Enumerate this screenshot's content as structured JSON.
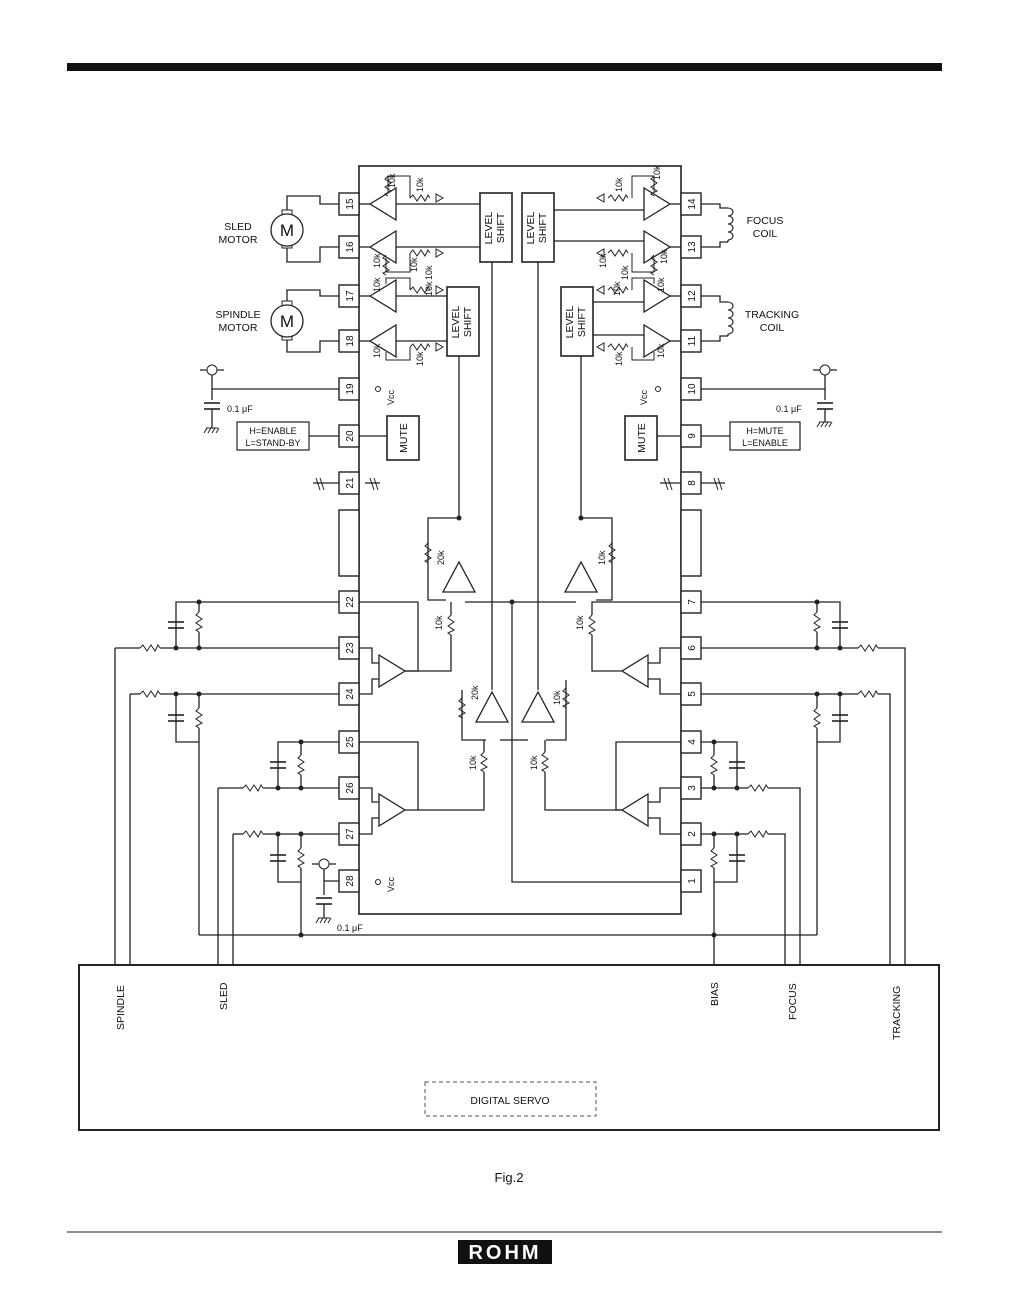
{
  "header": {
    "top_rule": true
  },
  "motors": {
    "sled": {
      "line1": "SLED",
      "line2": "MOTOR",
      "symbol": "M"
    },
    "spindle": {
      "line1": "SPINDLE",
      "line2": "MOTOR",
      "symbol": "M"
    }
  },
  "coils": {
    "focus": {
      "line1": "FOCUS",
      "line2": "COIL"
    },
    "tracking": {
      "line1": "TRACKING",
      "line2": "COIL"
    }
  },
  "blocks": {
    "level_shift": {
      "line1": "LEVEL",
      "line2": "SHIFT"
    },
    "mute": "MUTE",
    "digital_servo": "DIGITAL  SERVO"
  },
  "controls": {
    "enable": {
      "line1": "H=ENABLE",
      "line2": "L=STAND-BY"
    },
    "mute": {
      "line1": "H=MUTE",
      "line2": "L=ENABLE"
    }
  },
  "components": {
    "cap": "0.1 μF",
    "vcc": "Vcc",
    "r10k": "10k",
    "r20k": "20k"
  },
  "pins_left": [
    "15",
    "16",
    "17",
    "18",
    "19",
    "20",
    "21",
    "22",
    "23",
    "24",
    "25",
    "26",
    "27",
    "28"
  ],
  "pins_right": [
    "14",
    "13",
    "12",
    "11",
    "10",
    "9",
    "8",
    "7",
    "6",
    "5",
    "4",
    "3",
    "2",
    "1"
  ],
  "signals": [
    "SPINDLE",
    "SLED",
    "BIAS",
    "FOCUS",
    "TRACKING"
  ],
  "caption": "Fig.2",
  "footer": {
    "logo": "ROHM"
  }
}
